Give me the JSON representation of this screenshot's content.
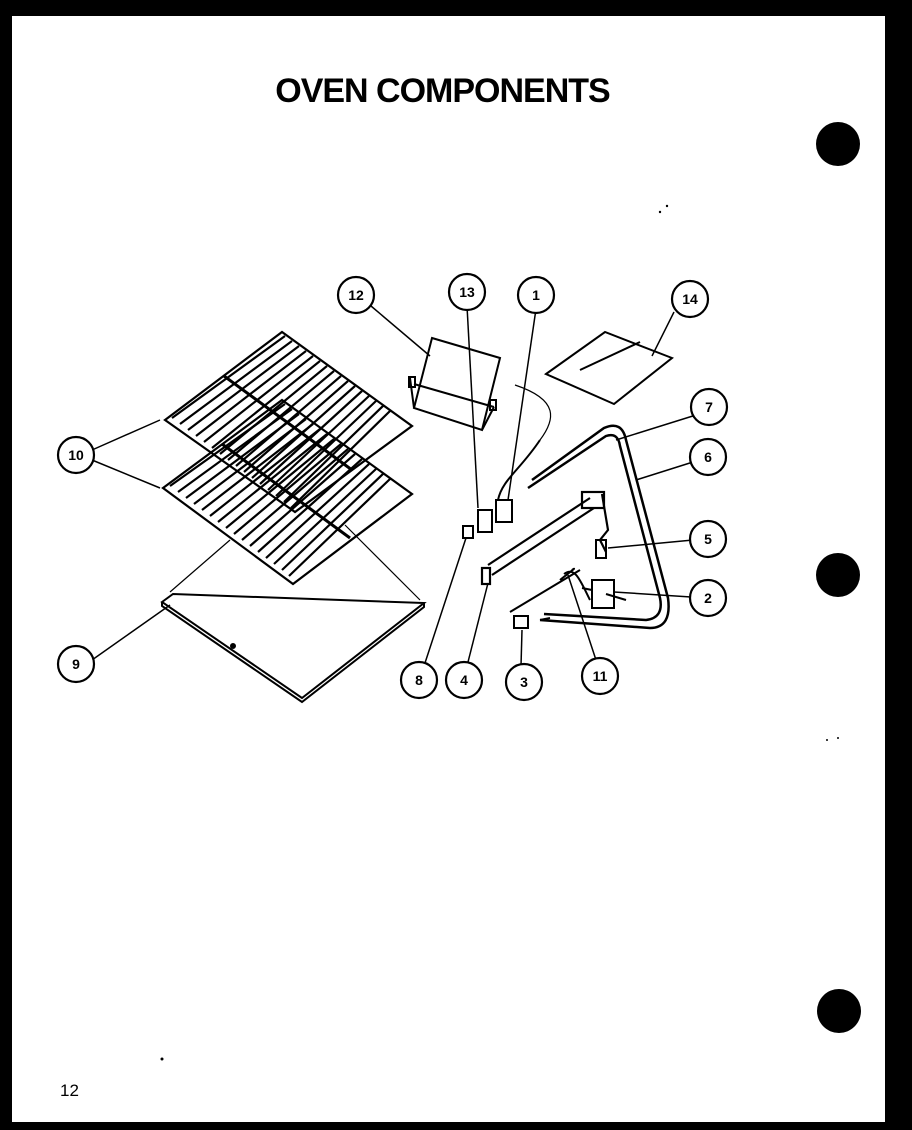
{
  "page": {
    "title": "OVEN COMPONENTS",
    "page_number": "12"
  },
  "callouts": [
    "12",
    "13",
    "1",
    "14",
    "7",
    "6",
    "5",
    "2",
    "10",
    "9",
    "8",
    "4",
    "3",
    "11"
  ],
  "parts": {
    "oven_racks": "10",
    "bottom_panel": "9",
    "back_panel": "12",
    "igniter_bracket": "13",
    "igniter": "1",
    "heat_shield": "14",
    "tube_7": "7",
    "tube_6": "6",
    "fitting_5": "5",
    "valve_2": "2",
    "orifice_3": "3",
    "burner_tube_4": "4",
    "clip_8": "8",
    "wire_11": "11"
  }
}
